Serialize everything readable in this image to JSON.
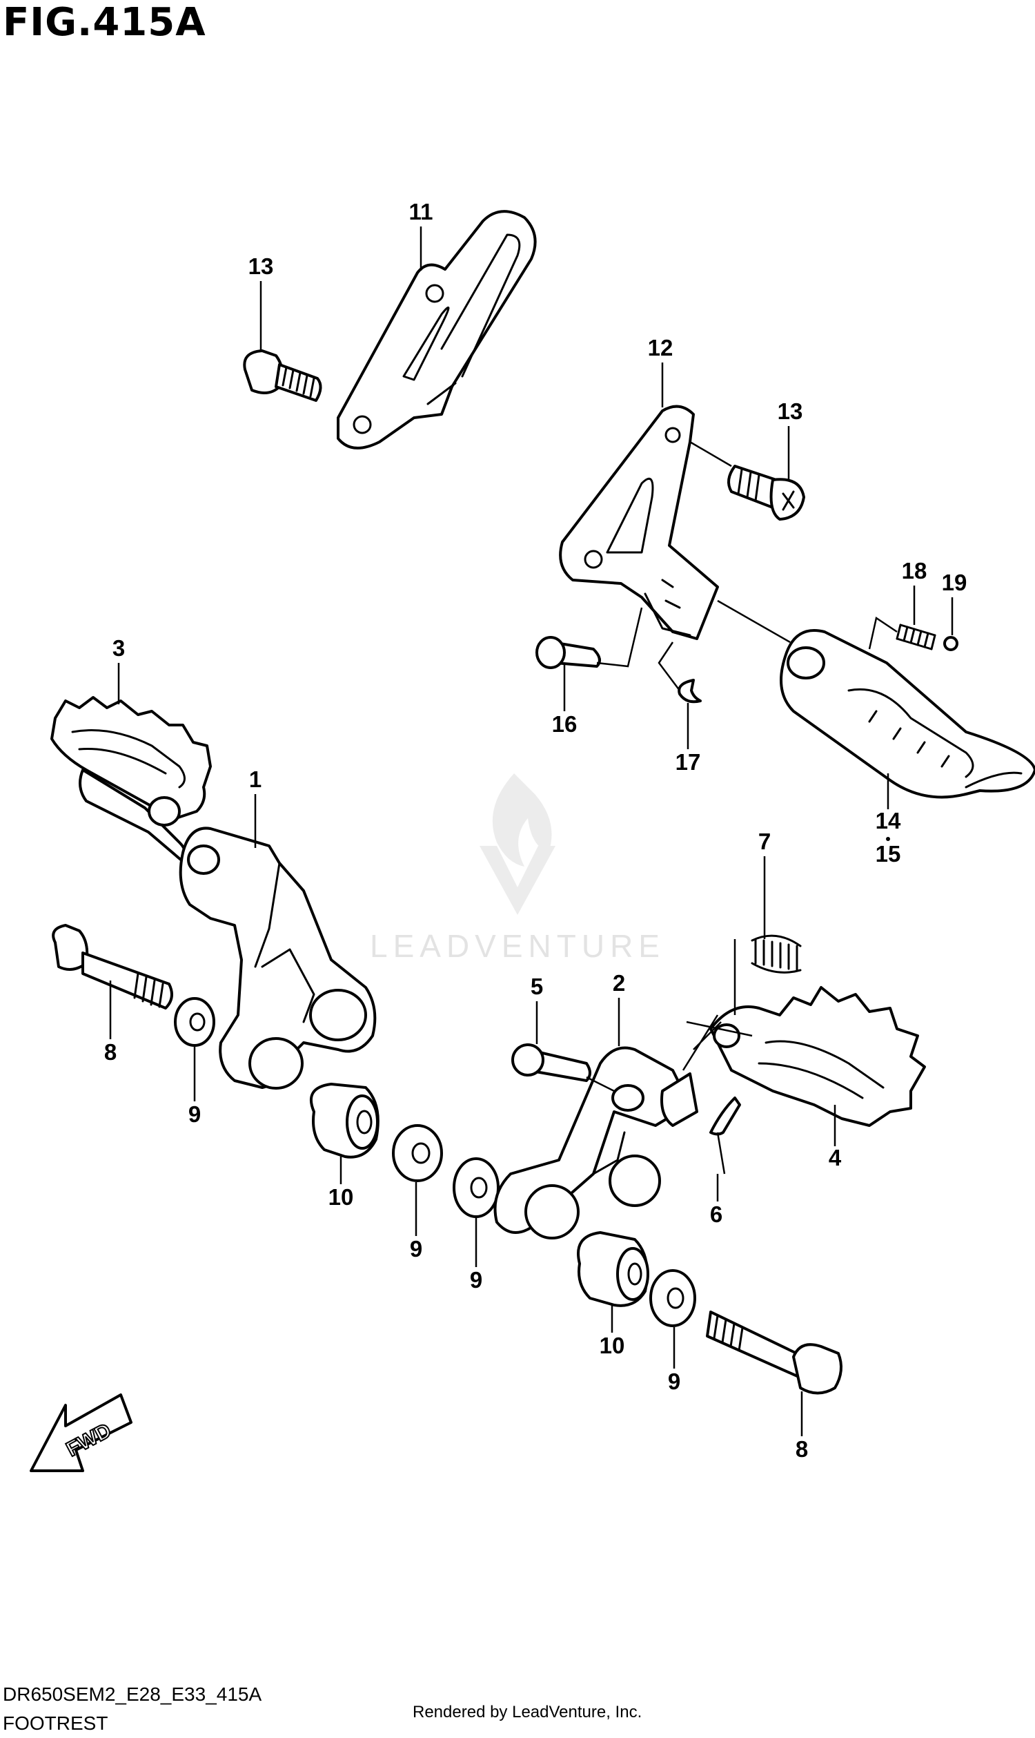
{
  "figure_title": "FIG.415A",
  "watermark": "LEADVENTURE",
  "fwd_label": "FWD",
  "model_code": "DR650SEM2_E28_E33_415A",
  "section_name": "FOOTREST",
  "render_credit": "Rendered by LeadVenture, Inc.",
  "callouts": {
    "c1": "1",
    "c2": "2",
    "c3": "3",
    "c4": "4",
    "c5": "5",
    "c6": "6",
    "c7": "7",
    "c8a": "8",
    "c8b": "8",
    "c9a": "9",
    "c9b": "9",
    "c9c": "9",
    "c9d": "9",
    "c10a": "10",
    "c10b": "10",
    "c11": "11",
    "c12": "12",
    "c13a": "13",
    "c13b": "13",
    "c14": "14",
    "c15": "15",
    "c16": "16",
    "c17": "17",
    "c18": "18",
    "c19": "19"
  }
}
